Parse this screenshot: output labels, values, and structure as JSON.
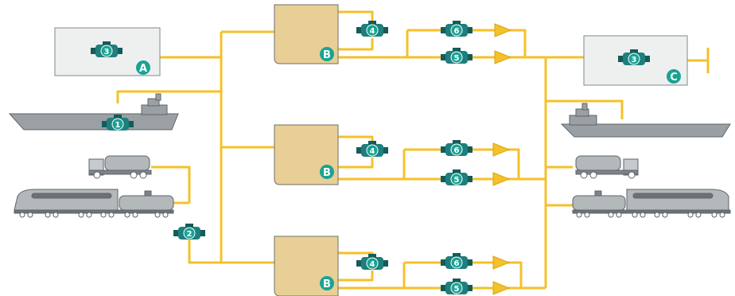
{
  "colors": {
    "pipe": "#f5c02a",
    "pump": "#1e7f7d",
    "pump_dark": "#145c5a",
    "badge": "#1aa394",
    "tank": "#e8cf95",
    "box_fill": "#eef0f0",
    "vehicle": "#9aa0a3",
    "vehicle_dark": "#5f6568"
  },
  "sites": [
    {
      "letter": "A",
      "pump_number": "3"
    },
    {
      "letter": "B",
      "pump_numbers": [
        "4",
        "6",
        "5"
      ]
    },
    {
      "letter": "B",
      "pump_numbers": [
        "4",
        "6",
        "5"
      ]
    },
    {
      "letter": "B",
      "pump_numbers": [
        "4",
        "6",
        "5"
      ]
    },
    {
      "letter": "C",
      "pump_number": "3"
    }
  ],
  "supply_pumps": [
    {
      "number": "1"
    },
    {
      "number": "2"
    }
  ],
  "icons": [
    "ship-icon",
    "tanker-truck-icon",
    "rail-tank-car-icon",
    "pump-icon",
    "strainer-icon",
    "tank-icon"
  ]
}
